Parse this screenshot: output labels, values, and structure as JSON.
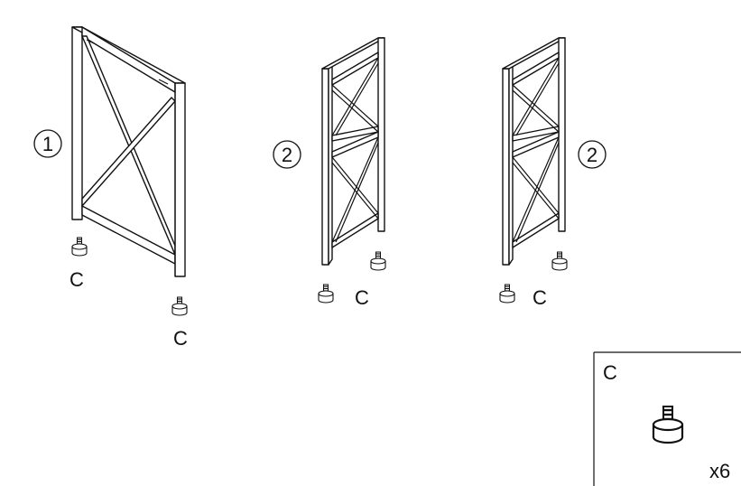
{
  "diagram": {
    "frames": [
      {
        "id": "frame-1",
        "number": "1",
        "part": "C"
      },
      {
        "id": "frame-2-left",
        "number": "2",
        "part": "C"
      },
      {
        "id": "frame-2-right",
        "number": "2",
        "part": "C"
      }
    ],
    "parts_box": {
      "label": "C",
      "quantity": "x6"
    },
    "colors": {
      "line": "#111111",
      "fill": "#ffffff"
    }
  }
}
